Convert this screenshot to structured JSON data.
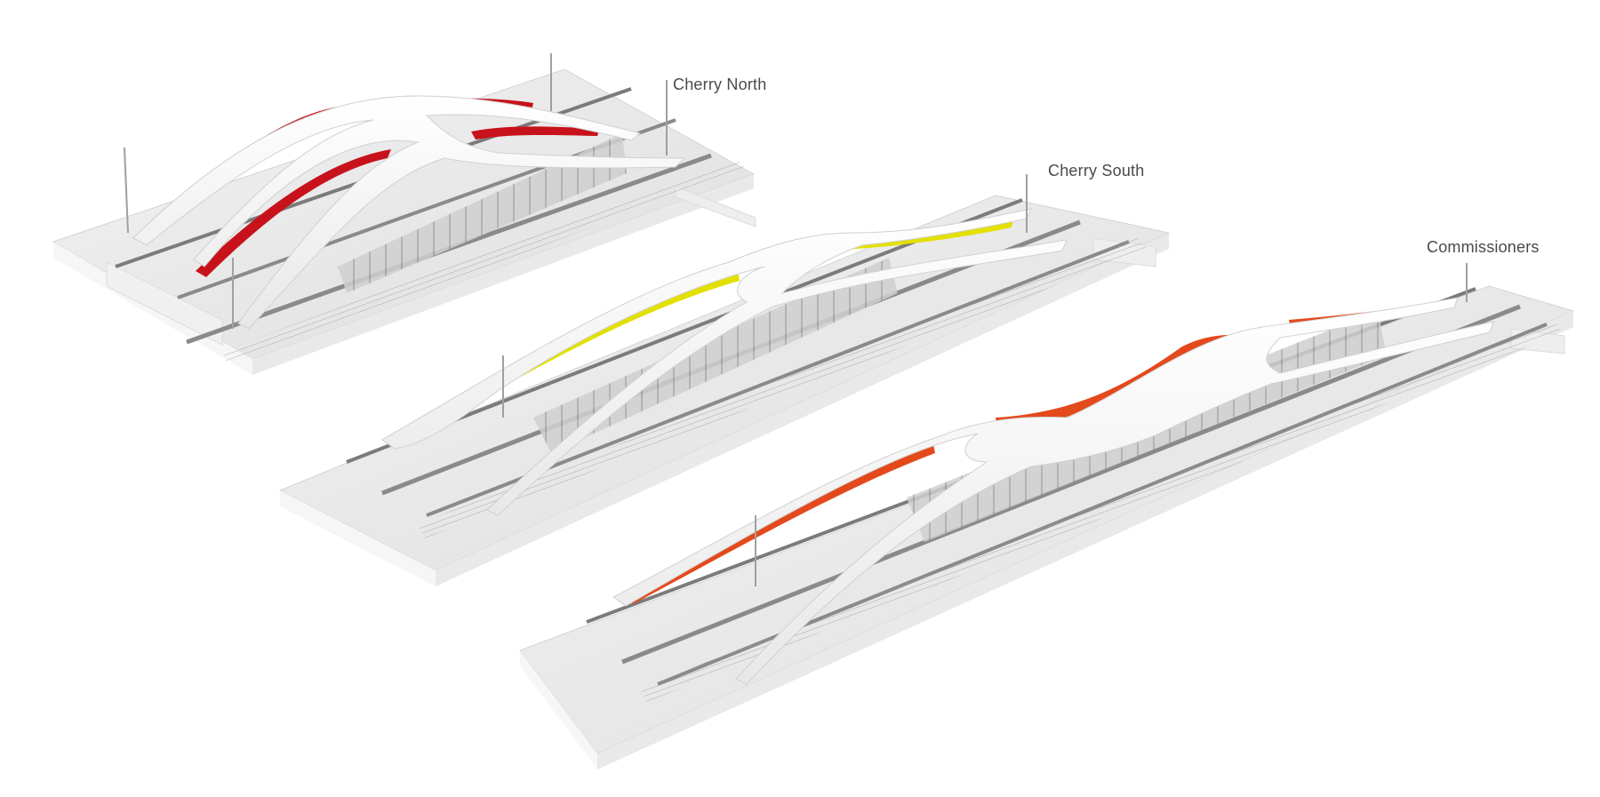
{
  "bridges": [
    {
      "name": "Cherry North",
      "arch_color": "#c8121b"
    },
    {
      "name": "Cherry South",
      "arch_color": "#e3e000"
    },
    {
      "name": "Commissioners",
      "arch_color": "#e4491c"
    }
  ]
}
